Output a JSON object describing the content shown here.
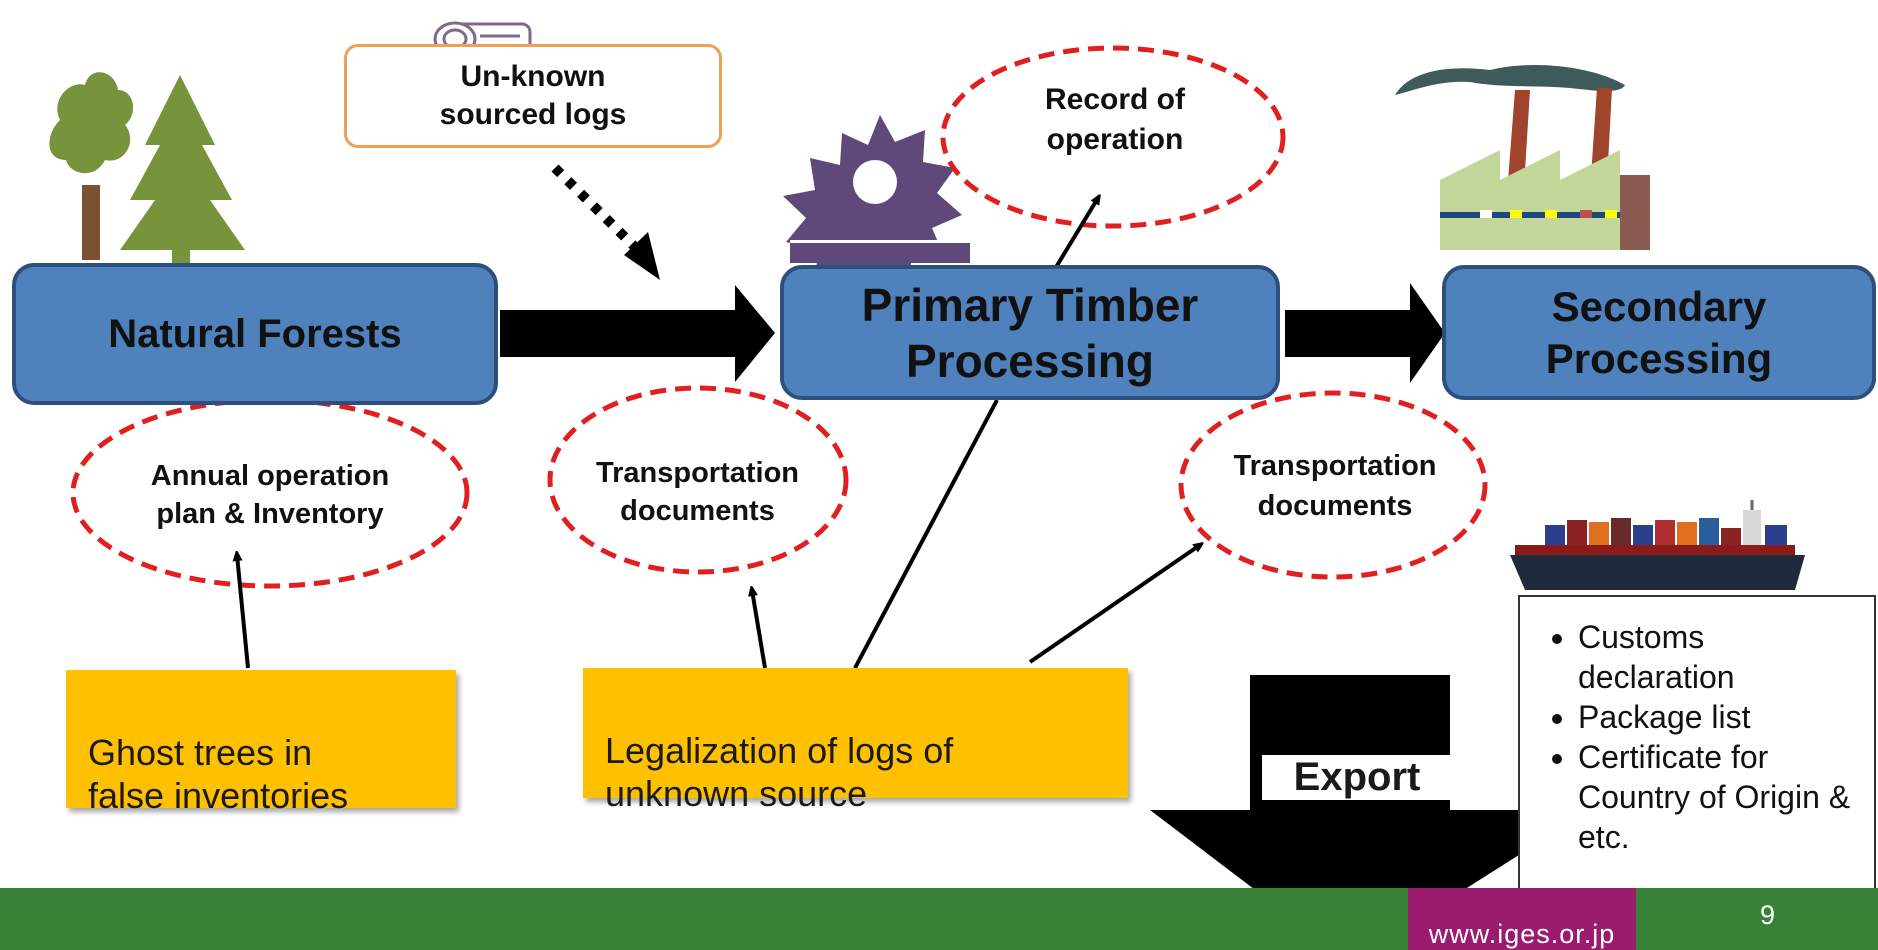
{
  "nodes": {
    "natural_forests": "Natural Forests",
    "primary_processing": "Primary Timber\nProcessing",
    "secondary_processing": "Secondary\nProcessing"
  },
  "unknown_logs": "Un-known\nsourced logs",
  "documents": {
    "annual_plan": "Annual operation\nplan & Inventory",
    "transport_left": "Transportation\ndocuments",
    "record_operation": "Record of\noperation",
    "transport_right": "Transportation\ndocuments"
  },
  "issues": {
    "ghost_trees": "Ghost trees in\nfalse inventories",
    "legalization": "Legalization of  logs of\nunknown source"
  },
  "export": {
    "label": "Export",
    "documents": [
      "Customs declaration",
      "Package list",
      "Certificate for Country of Origin & etc."
    ]
  },
  "footer": {
    "url": "www.iges.or.jp",
    "page": "9"
  },
  "colors": {
    "process_box": "#4f81bd",
    "issue_note": "#ffc000",
    "document_ellipse_border": "#e02020",
    "footer_green": "#3a8138",
    "footer_magenta": "#9b1c6f"
  },
  "icons": [
    "tree-icon",
    "saw-blade-icon",
    "log-icon",
    "factory-icon",
    "container-ship-icon"
  ]
}
